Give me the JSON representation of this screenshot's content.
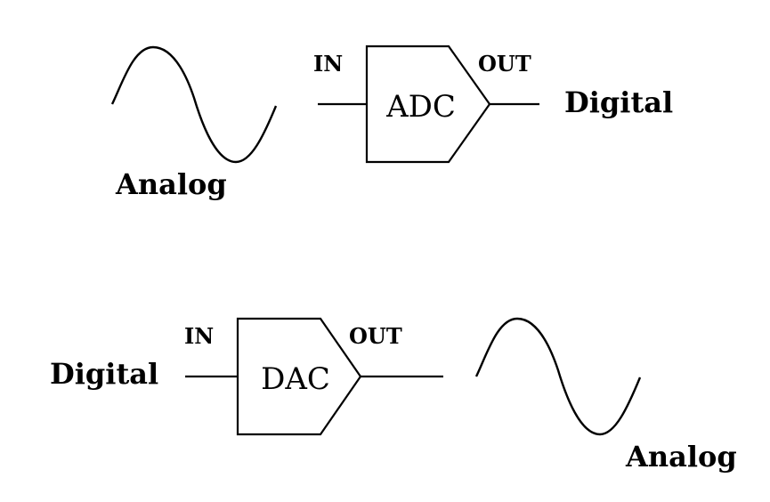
{
  "adc": {
    "in_label": "IN",
    "out_label": "OUT",
    "name": "ADC",
    "input_label": "Analog",
    "output_label": "Digital"
  },
  "dac": {
    "in_label": "IN",
    "out_label": "OUT",
    "name": "DAC",
    "input_label": "Digital",
    "output_label": "Analog"
  }
}
